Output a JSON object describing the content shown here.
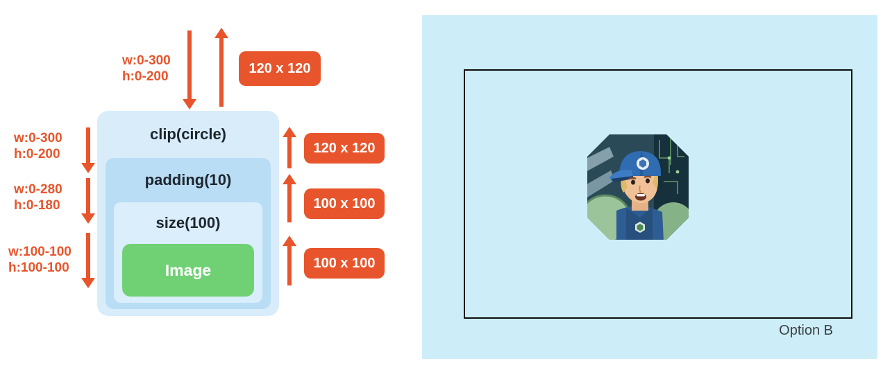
{
  "diagram": {
    "boxes": {
      "clip": "clip(circle)",
      "padding": "padding(10)",
      "size": "size(100)",
      "image": "Image"
    },
    "top": {
      "constraint": "w:0-300\nh:0-200",
      "badge": "120 x 120"
    },
    "left_constraints": [
      "w:0-300\nh:0-200",
      "w:0-280\nh:0-180",
      "w:100-100\nh:100-100"
    ],
    "right_badges": [
      "120 x 120",
      "100 x 100",
      "100 x 100"
    ]
  },
  "preview": {
    "caption": "Option B"
  },
  "colors": {
    "accent": "#e8552c",
    "panel": "#cdeef8",
    "clip_box": "#d9ecfa",
    "padding_box": "#b9ddf4",
    "size_box": "#daeefb",
    "image_box": "#70d174"
  }
}
